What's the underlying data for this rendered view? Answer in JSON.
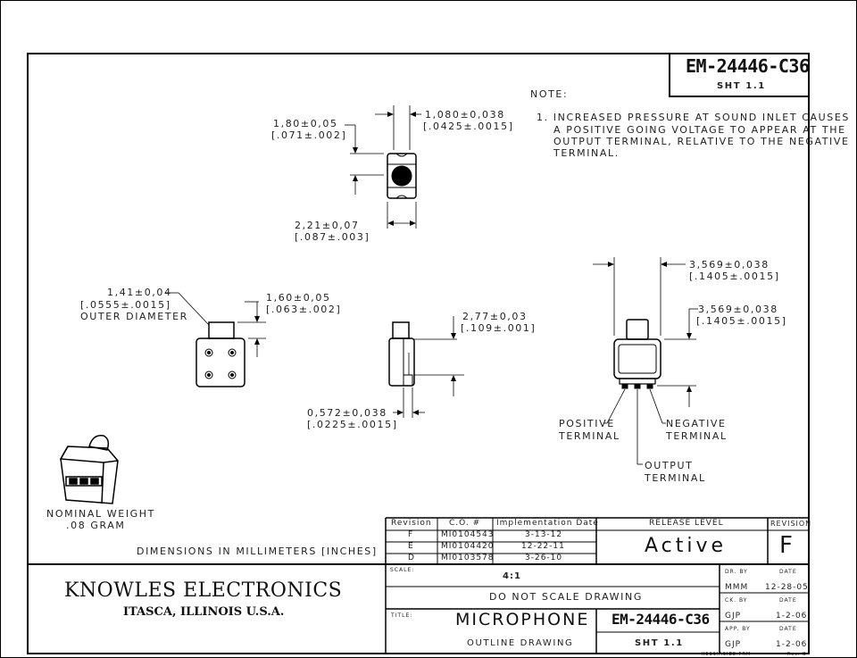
{
  "drawing_number": "EM-24446-C36",
  "sheet": "SHT 1.1",
  "note": {
    "heading": "NOTE:",
    "lines": [
      "1. INCREASED PRESSURE AT SOUND INLET CAUSES",
      "A POSITIVE GOING VOLTAGE TO APPEAR AT THE",
      "OUTPUT TERMINAL, RELATIVE TO THE NEGATIVE",
      "TERMINAL."
    ]
  },
  "dimensions": {
    "top_width": [
      "1,080±0,038",
      "[.0425±.0015]"
    ],
    "top_height": [
      "1,80±0,05",
      "[.071±.002]"
    ],
    "top_bottom_width": [
      "2,21±0,07",
      "[.087±.003]"
    ],
    "outer_diameter": [
      "1,41±0,04",
      "[.0555±.0015]",
      "OUTER DIAMETER"
    ],
    "front_height": [
      "1,60±0,05",
      "[.063±.002]"
    ],
    "side_height": [
      "2,77±0,03",
      "[.109±.001]"
    ],
    "side_bottom": [
      "0,572±0,038",
      "[.0225±.0015]"
    ],
    "right_width": [
      "3,569±0,038",
      "[.1405±.0015]"
    ],
    "right_height": [
      "3,569±0,038",
      "[.1405±.0015]"
    ]
  },
  "terminals": {
    "positive": [
      "POSITIVE",
      "TERMINAL"
    ],
    "negative": [
      "NEGATIVE",
      "TERMINAL"
    ],
    "output": [
      "OUTPUT",
      "TERMINAL"
    ]
  },
  "weight": [
    "NOMINAL WEIGHT",
    ".08 GRAM"
  ],
  "units_note": "DIMENSIONS IN MILLIMETERS [INCHES]",
  "revision_table": {
    "headers": [
      "Revision",
      "C.O. #",
      "Implementation Date"
    ],
    "rows": [
      [
        "F",
        "MI0104543",
        "3-13-12"
      ],
      [
        "E",
        "MI0104420",
        "12-22-11"
      ],
      [
        "D",
        "MI0103578",
        "3-26-10"
      ]
    ]
  },
  "release_level": {
    "label": "RELEASE LEVEL",
    "value": "Active"
  },
  "revision": {
    "label": "REVISION",
    "value": "F"
  },
  "company": {
    "name": "KNOWLES ELECTRONICS",
    "location": "ITASCA, ILLINOIS U.S.A."
  },
  "scale": {
    "label": "SCALE:",
    "value": "4:1"
  },
  "do_not_scale": "DO NOT SCALE DRAWING",
  "title": {
    "label": "TITLE:",
    "main": "MICROPHONE",
    "sub": "OUTLINE DRAWING"
  },
  "signoffs": {
    "dr_by_label": "DR. BY",
    "dr_by": "MMM",
    "dr_date": "12-28-05",
    "ck_by_label": "CK. BY",
    "ck_by": "GJP",
    "ck_date": "1-2-06",
    "app_by_label": "APP. BY",
    "app_by": "GJP",
    "app_date": "1-2-06",
    "date_label": "DATE"
  },
  "footer": {
    "file": "KE11IASIZE.FRM",
    "rev": "Rev. B"
  }
}
